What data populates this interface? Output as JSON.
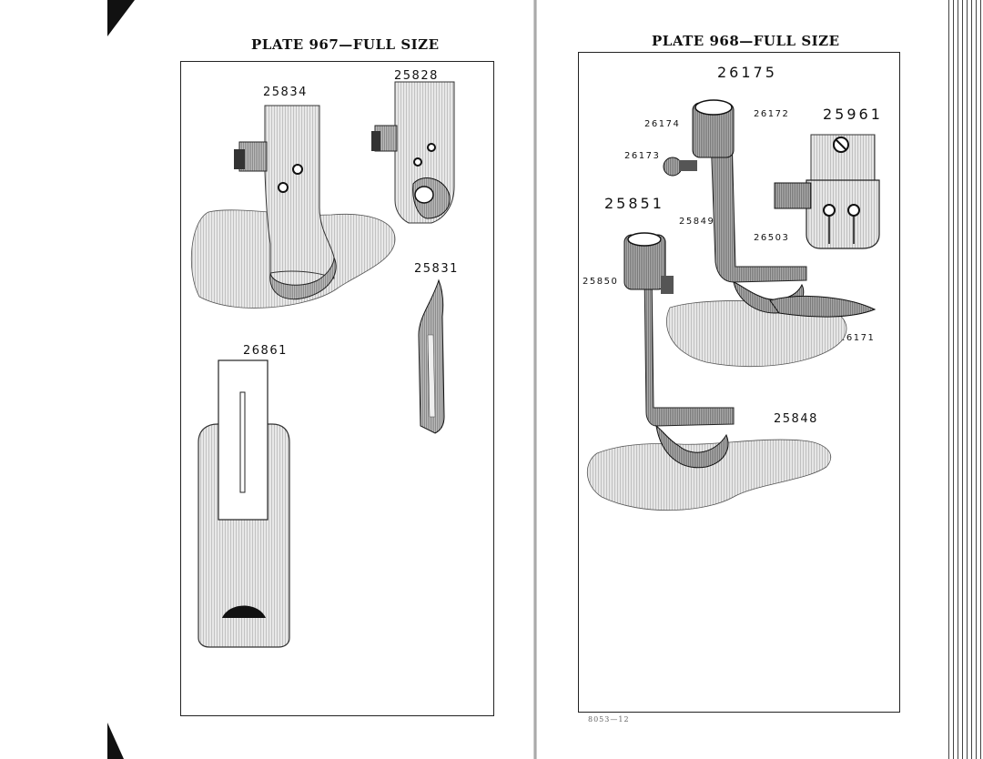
{
  "left_page": {
    "plate_title": "PLATE 967—FULL SIZE",
    "parts": {
      "p25834": "25834",
      "p25828": "25828",
      "p25831": "25831",
      "p26861": "26861"
    }
  },
  "right_page": {
    "plate_title": "PLATE 968—FULL SIZE",
    "parts": {
      "p26175": "26175",
      "p26174": "26174",
      "p26172": "26172",
      "p25961": "25961",
      "p26173": "26173",
      "p25851": "25851",
      "p25849": "25849",
      "p26503": "26503",
      "p25850": "25850",
      "p26171": "26171",
      "p25848": "25848"
    },
    "footer": "8053—12"
  }
}
